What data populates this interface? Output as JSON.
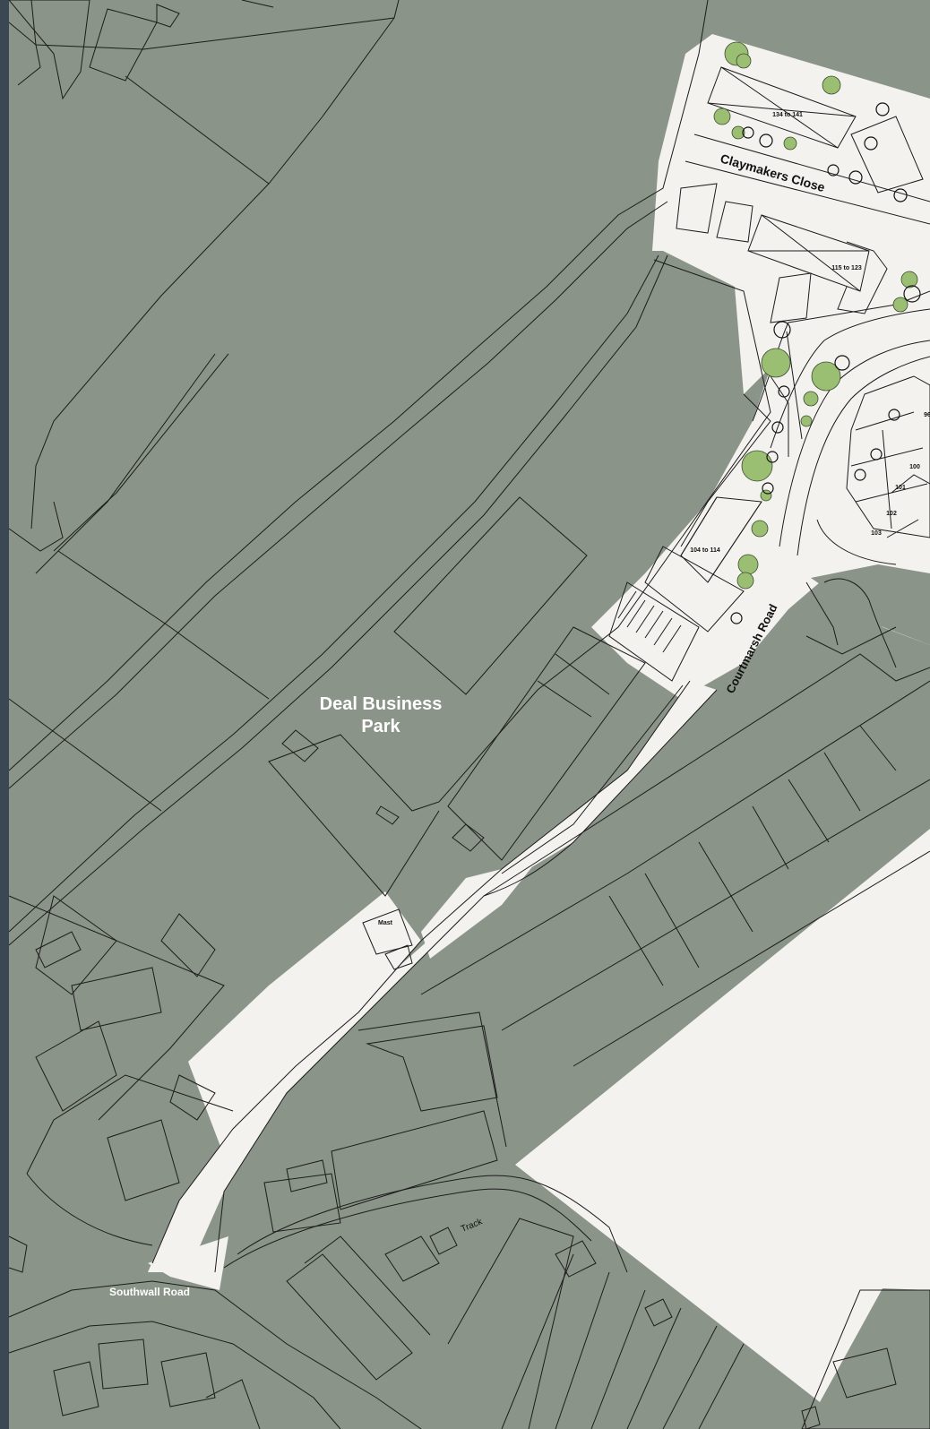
{
  "colors": {
    "sidebar": "#3b4753",
    "land": "#8b9488",
    "road": "#f4f2ee",
    "line": "#1c1c1c",
    "tree": "#9bbf72",
    "label_white": "#ffffff",
    "label_black": "#111111"
  },
  "labels": {
    "business_park": "Deal Business",
    "business_park_2": "Park",
    "southwall_road": "Southwall Road",
    "courtmarsh_road": "Courtmarsh Road",
    "claymakers_close": "Claymakers Close",
    "track": "Track",
    "mast": "Mast",
    "block_134_141": "134 to 141",
    "block_115_123": "115 to 123",
    "block_104_114": "104 to 114"
  },
  "house_numbers": [
    "96",
    "100",
    "101",
    "102",
    "103"
  ]
}
